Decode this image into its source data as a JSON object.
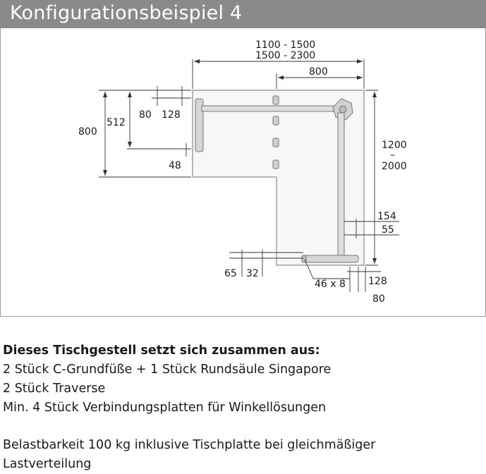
{
  "title": "Konfigurationsbeispiel 4",
  "dimensions": {
    "top_width_a": "1100 - 1500",
    "top_width_b": "1500 - 2300",
    "top_800": "800",
    "left_800": "800",
    "left_512": "512",
    "left_80": "80",
    "left_128": "128",
    "left_48": "48",
    "right_1200": "1200",
    "right_dash": "–",
    "right_2000": "2000",
    "right_154": "154",
    "right_55": "55",
    "bottom_65": "65",
    "bottom_32": "32",
    "bottom_46x8": "46 x 8",
    "bottom_128": "128",
    "bottom_80": "80"
  },
  "description": {
    "heading": "Dieses Tischgestell setzt sich zusammen aus:",
    "line1": "2 Stück C-Grundfüße + 1 Stück Rundsäule Singapore",
    "line2": "2 Stück Traverse",
    "line3": "Min. 4 Stück Verbindungsplatten für Winkellösungen",
    "load1": "Belastbarkeit 100 kg inklusive Tischplatte bei gleichmäßiger",
    "load2": "Lastverteilung"
  }
}
